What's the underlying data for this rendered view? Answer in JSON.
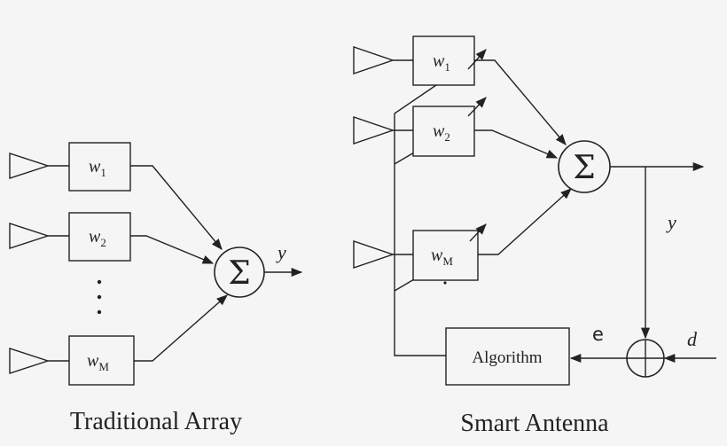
{
  "traditional": {
    "caption": "Traditional Array",
    "weights": [
      {
        "base": "w",
        "sub": "1"
      },
      {
        "base": "w",
        "sub": "2"
      },
      {
        "base": "w",
        "sub": "M"
      }
    ],
    "sum_symbol": "Σ",
    "output_label": "y"
  },
  "smart": {
    "caption": "Smart Antenna",
    "weights": [
      {
        "base": "w",
        "sub": "1"
      },
      {
        "base": "w",
        "sub": "2"
      },
      {
        "base": "w",
        "sub": "M"
      }
    ],
    "sum_symbol": "Σ",
    "output_label": "y",
    "algorithm_label": "Algorithm",
    "error_label": "e",
    "desired_label": "d"
  }
}
